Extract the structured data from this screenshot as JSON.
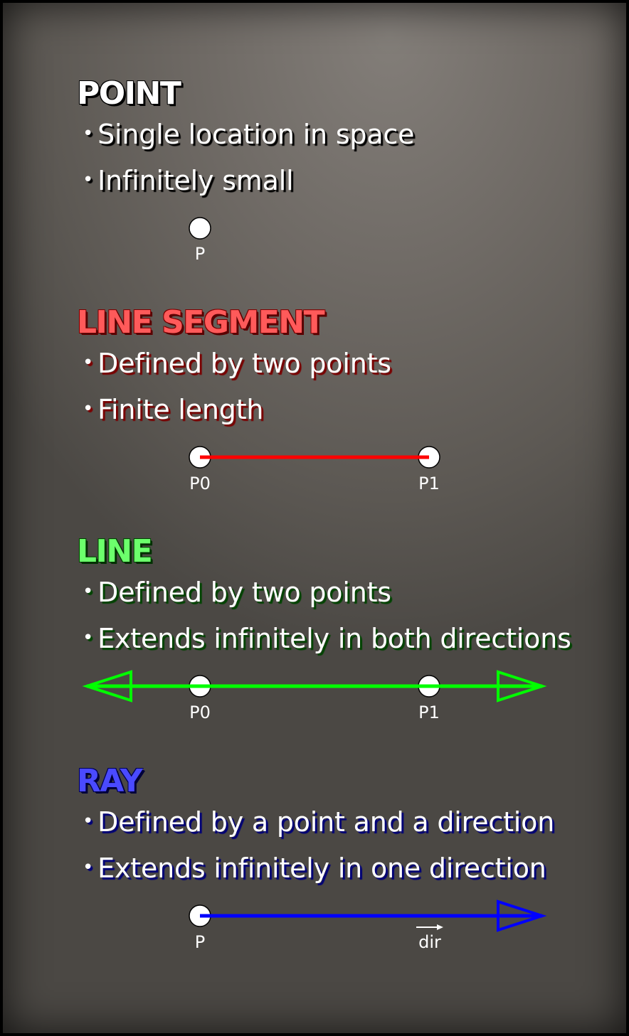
{
  "point": {
    "title": "POINT",
    "bullets": [
      "Single location in space",
      "Infinitely small"
    ],
    "labels": {
      "p": "P"
    }
  },
  "segment": {
    "title": "LINE SEGMENT",
    "bullets": [
      "Defined by two points",
      "Finite length"
    ],
    "labels": {
      "p0": "P0",
      "p1": "P1"
    },
    "color": "#ff0000"
  },
  "line": {
    "title": "LINE",
    "bullets": [
      "Defined by two points",
      "Extends infinitely in both directions"
    ],
    "labels": {
      "p0": "P0",
      "p1": "P1"
    },
    "color": "#00ff00"
  },
  "ray": {
    "title": "RAY",
    "bullets": [
      "Defined by a point and a direction",
      "Extends infinitely in one direction"
    ],
    "labels": {
      "p": "P",
      "dir": "dir"
    },
    "color": "#0000ff"
  },
  "bullet_glyph": "•"
}
